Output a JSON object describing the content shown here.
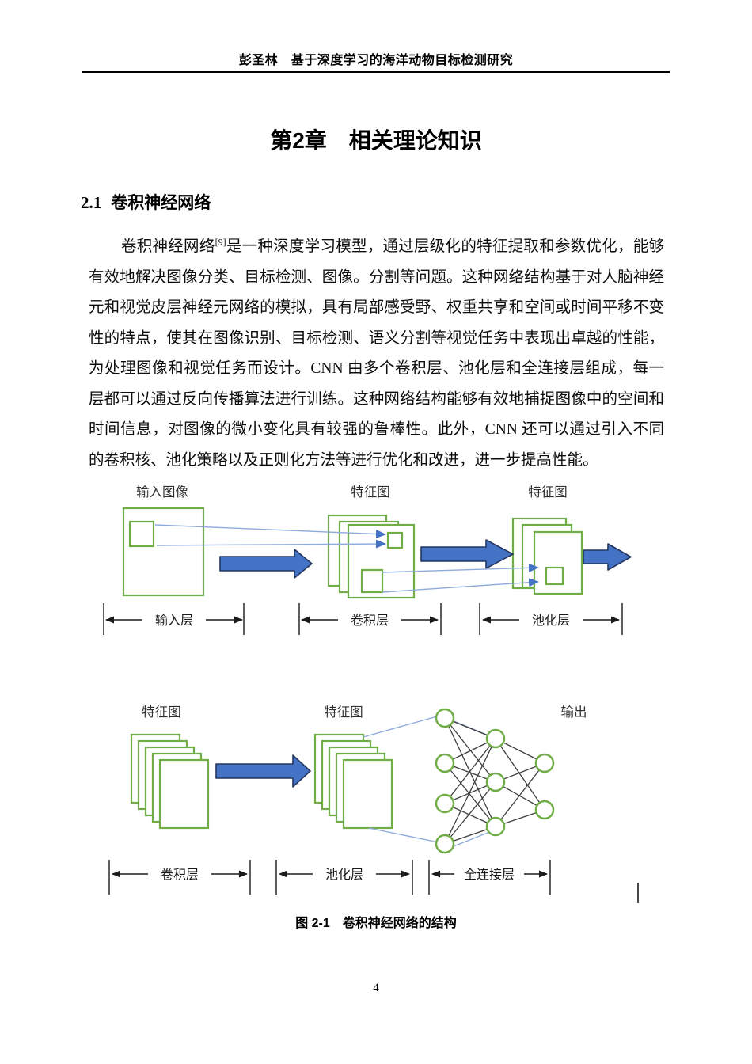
{
  "header": {
    "title": "彭圣林　基于深度学习的海洋动物目标检测研究"
  },
  "chapter": {
    "title": "第2章　相关理论知识"
  },
  "section": {
    "number": "2.1",
    "title": "卷积神经网络"
  },
  "paragraph": {
    "lead": "卷积神经网络",
    "citation": "[9]",
    "body": "是一种深度学习模型，通过层级化的特征提取和参数优化，能够有效地解决图像分类、目标检测、图像。分割等问题。这种网络结构基于对人脑神经元和视觉皮层神经元网络的模拟，具有局部感受野、权重共享和空间或时间平移不变性的特点，使其在图像识别、目标检测、语义分割等视觉任务中表现出卓越的性能，为处理图像和视觉任务而设计。CNN 由多个卷积层、池化层和全连接层组成，每一层都可以通过反向传播算法进行训练。这种网络结构能够有效地捕捉图像中的空间和时间信息，对图像的微小变化具有较强的鲁棒性。此外，CNN 还可以通过引入不同的卷积核、池化策略以及正则化方法等进行优化和改进，进一步提高性能。"
  },
  "figure": {
    "labels": {
      "input_image": "输入图像",
      "feature_map_1": "特征图",
      "feature_map_2": "特征图",
      "input_layer": "输入层",
      "conv_layer_1": "卷积层",
      "pool_layer_1": "池化层",
      "feature_map_3": "特征图",
      "feature_map_4": "特征图",
      "output": "输出",
      "conv_layer_2": "卷积层",
      "pool_layer_2": "池化层",
      "fc_layer": "全连接层"
    },
    "caption": "图 2-1　卷积神经网络的结构",
    "colors": {
      "box_green": "#70AD47",
      "arrow_blue": "#4472C4",
      "thin_line_blue": "#8FAADC",
      "line_dark": "#3d3d3d"
    }
  },
  "page": {
    "number": "4"
  }
}
